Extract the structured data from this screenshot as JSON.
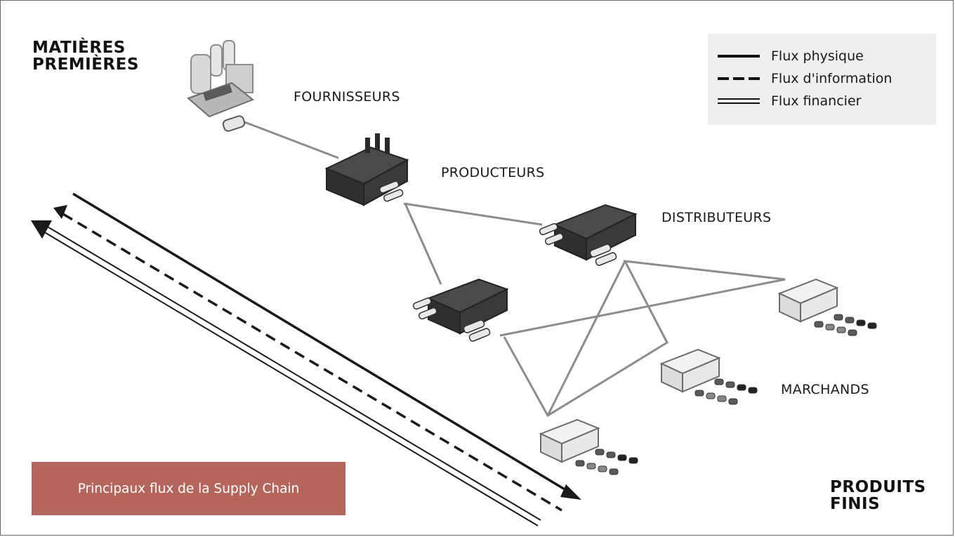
{
  "labels": {
    "raw_materials": [
      "MATIÈRES",
      "PREMIÈRES"
    ],
    "finished_products": [
      "PRODUITS",
      "FINIS"
    ],
    "suppliers": "FOURNISSEURS",
    "producers": "PRODUCTEURS",
    "distributors": "DISTRIBUTEURS",
    "merchants": "MARCHANDS"
  },
  "legend": {
    "items": [
      {
        "label": "Flux physique",
        "style": "solid"
      },
      {
        "label": "Flux d'information",
        "style": "dashed"
      },
      {
        "label": "Flux financier",
        "style": "double"
      }
    ]
  },
  "caption": "Principaux flux de la Supply Chain",
  "colors": {
    "caption_bg": "#b5665c",
    "legend_bg": "#efefed",
    "connector": "#8c8c8c",
    "machine_dark": "#3a3a3a"
  }
}
